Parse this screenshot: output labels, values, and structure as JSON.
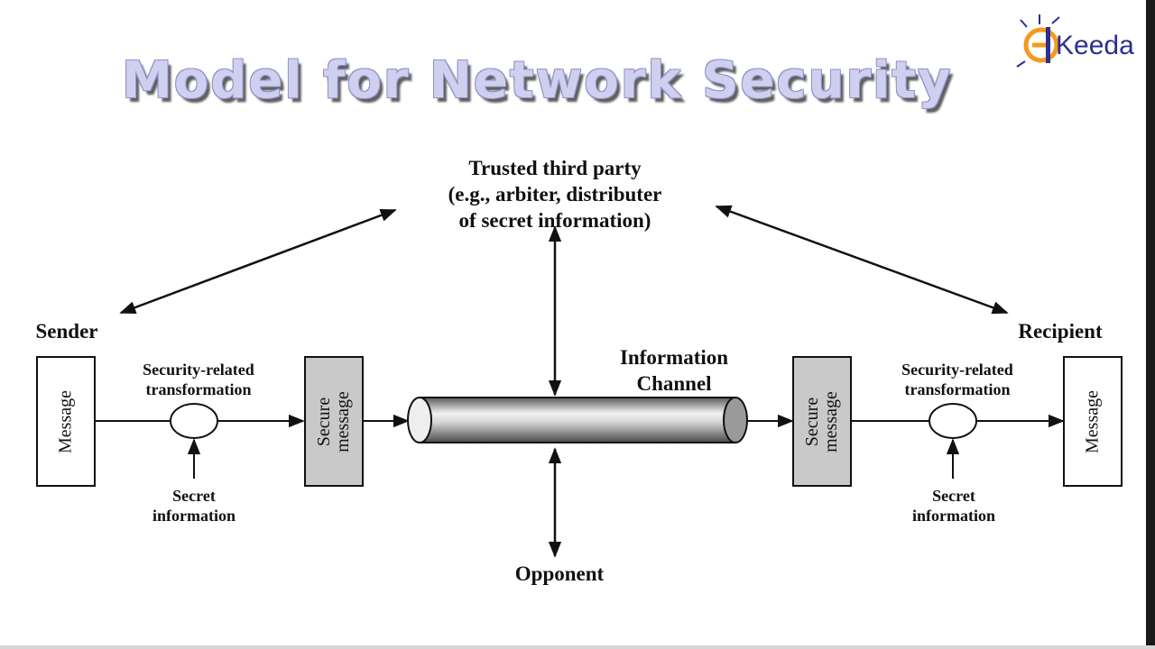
{
  "title": "Model for Network Security",
  "logo": {
    "text": "Keeda"
  },
  "diagram": {
    "trusted_third_party": {
      "line1": "Trusted third party",
      "line2": "(e.g., arbiter, distributer",
      "line3": "of secret information)"
    },
    "sender": {
      "label": "Sender",
      "message": "Message",
      "transformation_line1": "Security-related",
      "transformation_line2": "transformation",
      "secret_line1": "Secret",
      "secret_line2": "information",
      "secure_line1": "Secure",
      "secure_line2": "message"
    },
    "channel": {
      "line1": "Information",
      "line2": "Channel"
    },
    "opponent": "Opponent",
    "recipient": {
      "label": "Recipient",
      "message": "Message",
      "transformation_line1": "Security-related",
      "transformation_line2": "transformation",
      "secret_line1": "Secret",
      "secret_line2": "information",
      "secure_line1": "Secure",
      "secure_line2": "message"
    }
  }
}
